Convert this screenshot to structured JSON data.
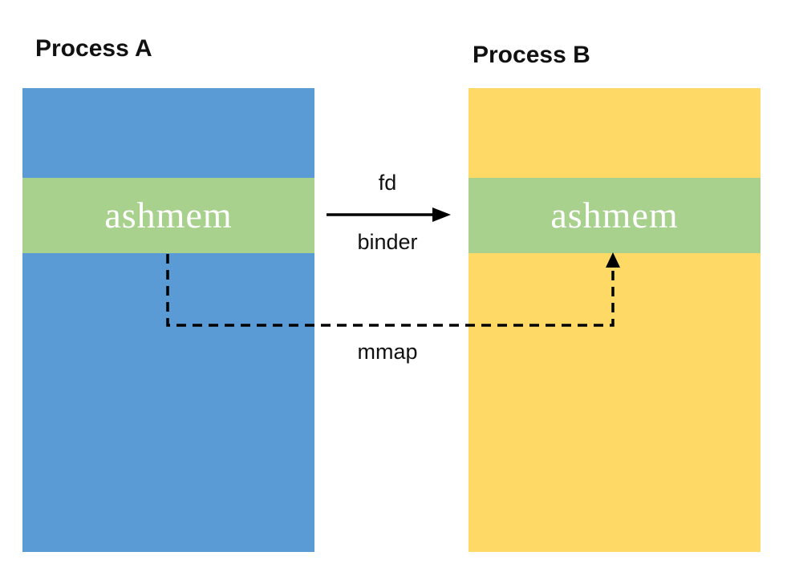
{
  "diagram": {
    "processes": [
      {
        "name": "Process A",
        "fill": "#5B9BD5",
        "region": {
          "label": "ashmem",
          "fill": "#A9D18E",
          "text_color": "#FFFFFF"
        }
      },
      {
        "name": "Process B",
        "fill": "#FFD966",
        "region": {
          "label": "ashmem",
          "fill": "#A9D18E",
          "text_color": "#FFFFFF"
        }
      }
    ],
    "arrows": [
      {
        "id": "fd-binder",
        "style": "solid",
        "color": "#000000",
        "labels": [
          "fd",
          "binder"
        ]
      },
      {
        "id": "mmap",
        "style": "dashed",
        "color": "#000000",
        "labels": [
          "mmap"
        ]
      }
    ]
  }
}
